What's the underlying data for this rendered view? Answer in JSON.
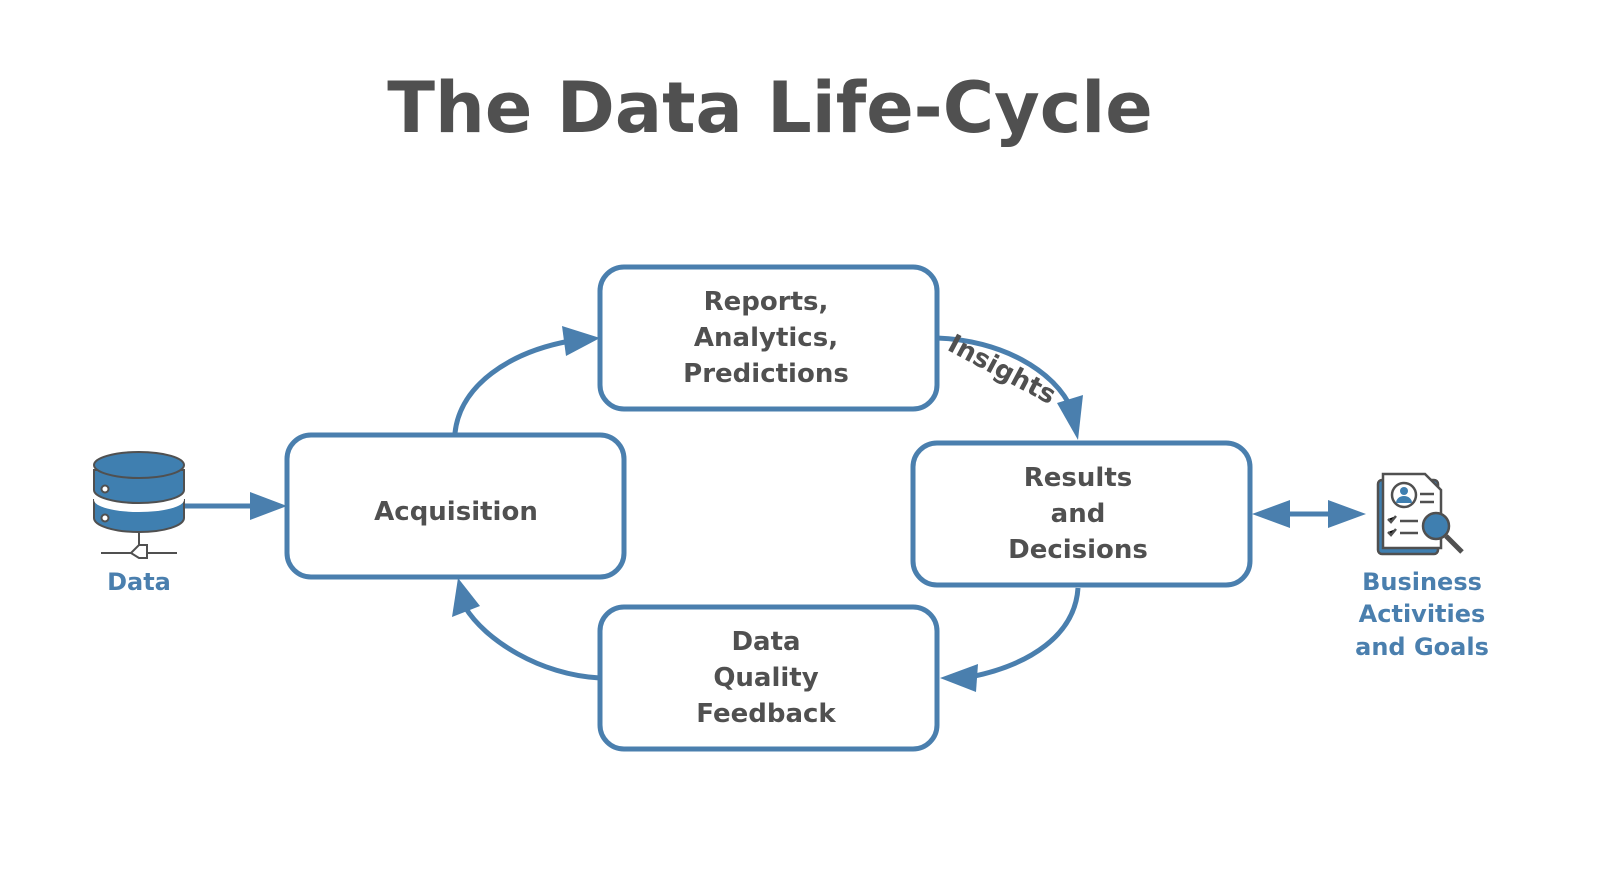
{
  "title": "The Data Life-Cycle",
  "colors": {
    "accent": "#4a7fae",
    "text": "#505050"
  },
  "nodes": {
    "reports": [
      "Reports,",
      "Analytics,",
      "Predictions"
    ],
    "acquisition": [
      "Acquisition"
    ],
    "results": [
      "Results",
      "and",
      "Decisions"
    ],
    "feedback": [
      "Data",
      "Quality",
      "Feedback"
    ]
  },
  "edge_labels": {
    "insights": "Insights"
  },
  "external": {
    "data": {
      "label": "Data",
      "icon": "database-icon"
    },
    "business": {
      "label": [
        "Business",
        "Activities",
        "and Goals"
      ],
      "icon": "report-search-icon"
    }
  }
}
